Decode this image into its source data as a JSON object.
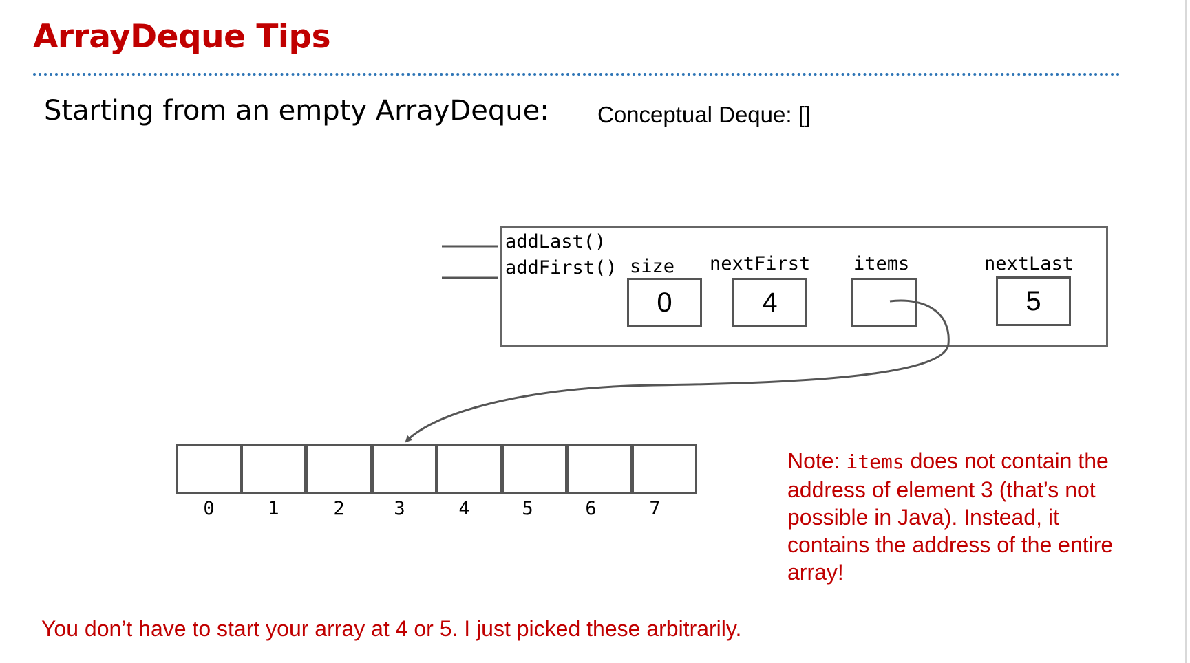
{
  "title": "ArrayDeque Tips",
  "subtitle": "Starting from an empty ArrayDeque:",
  "conceptual_deque": "Conceptual Deque: []",
  "object": {
    "methods": [
      "addLast()",
      "addFirst()"
    ],
    "fields": {
      "size": {
        "label": "size",
        "value": "0"
      },
      "nextFirst": {
        "label": "nextFirst",
        "value": "4"
      },
      "items": {
        "label": "items",
        "value": ""
      },
      "nextLast": {
        "label": "nextLast",
        "value": "5"
      }
    }
  },
  "array": {
    "indices": [
      "0",
      "1",
      "2",
      "3",
      "4",
      "5",
      "6",
      "7"
    ]
  },
  "note": {
    "prefix": "Note: ",
    "code": "items",
    "suffix": " does not contain the address of element 3 (that’s not possible in Java). Instead, it contains the address of the entire array!"
  },
  "footer": "You don’t have to start your array at 4 or 5. I just picked these arbitrarily.",
  "colors": {
    "accent_red": "#c00000",
    "rule_blue": "#2e75b6",
    "box_gray": "#666666"
  }
}
